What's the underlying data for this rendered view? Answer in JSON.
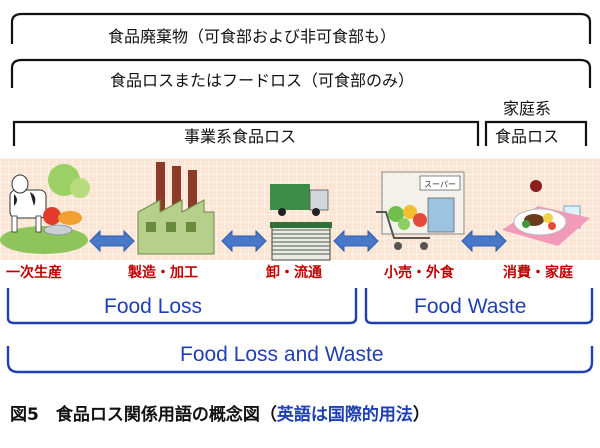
{
  "top_labels": {
    "food_waste_all": "食品廃棄物（可食部および非可食部も）",
    "food_loss_edible": "食品ロスまたはフードロス（可食部のみ）",
    "household_line1": "家庭系",
    "household_line2": "食品ロス",
    "business": "事業系食品ロス"
  },
  "stages": [
    {
      "label": "一次生産"
    },
    {
      "label": "製造・加工"
    },
    {
      "label": "卸・流通"
    },
    {
      "label": "小売・外食"
    },
    {
      "label": "消費・家庭"
    }
  ],
  "english_labels": {
    "food_loss": "Food Loss",
    "food_waste": "Food Waste",
    "food_loss_and_waste": "Food Loss and Waste"
  },
  "caption": {
    "prefix": "図5　食品ロス関係用語の概念図（",
    "highlight": "英語は国際的用法",
    "suffix": "）"
  },
  "illustrations": {
    "shop_sign": "スーパー"
  },
  "colors": {
    "stage_label": "#c00000",
    "english_label": "#1f3fb5",
    "arrow": "#4a78c8"
  }
}
